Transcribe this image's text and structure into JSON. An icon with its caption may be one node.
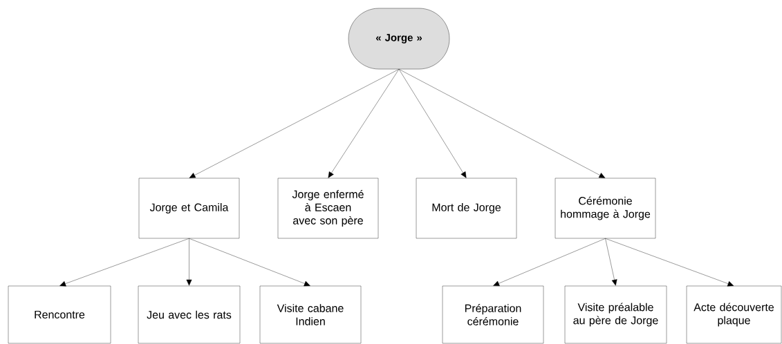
{
  "diagram": {
    "nodes": [
      {
        "text": [
          "« Jorge »"
        ]
      },
      {
        "text": [
          "Jorge et Camila"
        ]
      },
      {
        "text": [
          "Jorge enfermé à Escaen avec son père"
        ]
      },
      {
        "text": [
          "Mort de Jorge"
        ]
      },
      {
        "text": [
          "Cérémonie hommage à Jorge"
        ]
      },
      {
        "text": [
          "Rencontre"
        ]
      },
      {
        "text": [
          "Jeu avec les rats"
        ]
      },
      {
        "text": [
          "Visite cabane Indien"
        ]
      },
      {
        "text": [
          "Préparation cérémonie"
        ]
      },
      {
        "text": [
          "Visite préalable au père de Jorge"
        ]
      },
      {
        "text": [
          "Acte découverte plaque"
        ]
      }
    ],
    "edges": [
      {
        "from": 0,
        "to": 1,
        "arrow": "to"
      },
      {
        "from": 0,
        "to": 2,
        "arrow": "to"
      },
      {
        "from": 0,
        "to": 3,
        "arrow": "to"
      },
      {
        "from": 0,
        "to": 4,
        "arrow": "to"
      },
      {
        "from": 1,
        "to": 5,
        "arrow": "to"
      },
      {
        "from": 1,
        "to": 6,
        "arrow": "to"
      },
      {
        "from": 1,
        "to": 7,
        "arrow": "to"
      },
      {
        "from": 4,
        "to": 8,
        "arrow": "to"
      },
      {
        "from": 4,
        "to": 9,
        "arrow": "to"
      },
      {
        "from": 4,
        "to": 10,
        "arrow": "to"
      }
    ]
  }
}
